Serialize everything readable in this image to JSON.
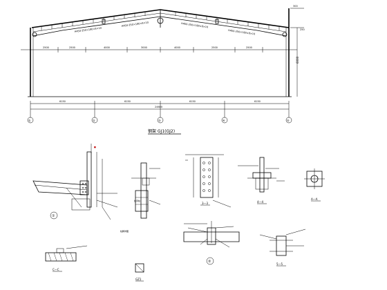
{
  "frame": {
    "title": "钢架 GJ1(GJ2)",
    "overall_span": "24600",
    "column_height": "6000",
    "bay_spans": [
      "6150",
      "6150",
      "6150",
      "6150"
    ],
    "roof_segments": [
      "2500",
      "2500",
      "4000",
      "3000",
      "4000",
      "2500",
      "2500"
    ],
    "axis_marks": [
      "①",
      "②",
      "③",
      "④",
      "⑤"
    ],
    "right_dims": [
      "300",
      "250"
    ],
    "ridge_labels": [
      "H450-250×180×8×10",
      "H450-250×180×8×10"
    ],
    "rafter_labels": [
      "H450-250×180×8×10",
      "H450-250×180×8×10"
    ]
  },
  "details": {
    "node1": {
      "mark": "①"
    },
    "node2": {
      "mark": "②"
    },
    "section_33": {
      "label": "3—3"
    },
    "section_44": {
      "label": "4—4"
    },
    "section_AA": {
      "label": "A—A"
    },
    "section_55": {
      "label": "5—5"
    },
    "section_CC": {
      "label": "C—C"
    },
    "gz1": {
      "label": "GZ1"
    },
    "gz1_column_detail": {
      "label": "抗风柱"
    },
    "base_detail": {
      "label": "柱脚详图"
    }
  }
}
